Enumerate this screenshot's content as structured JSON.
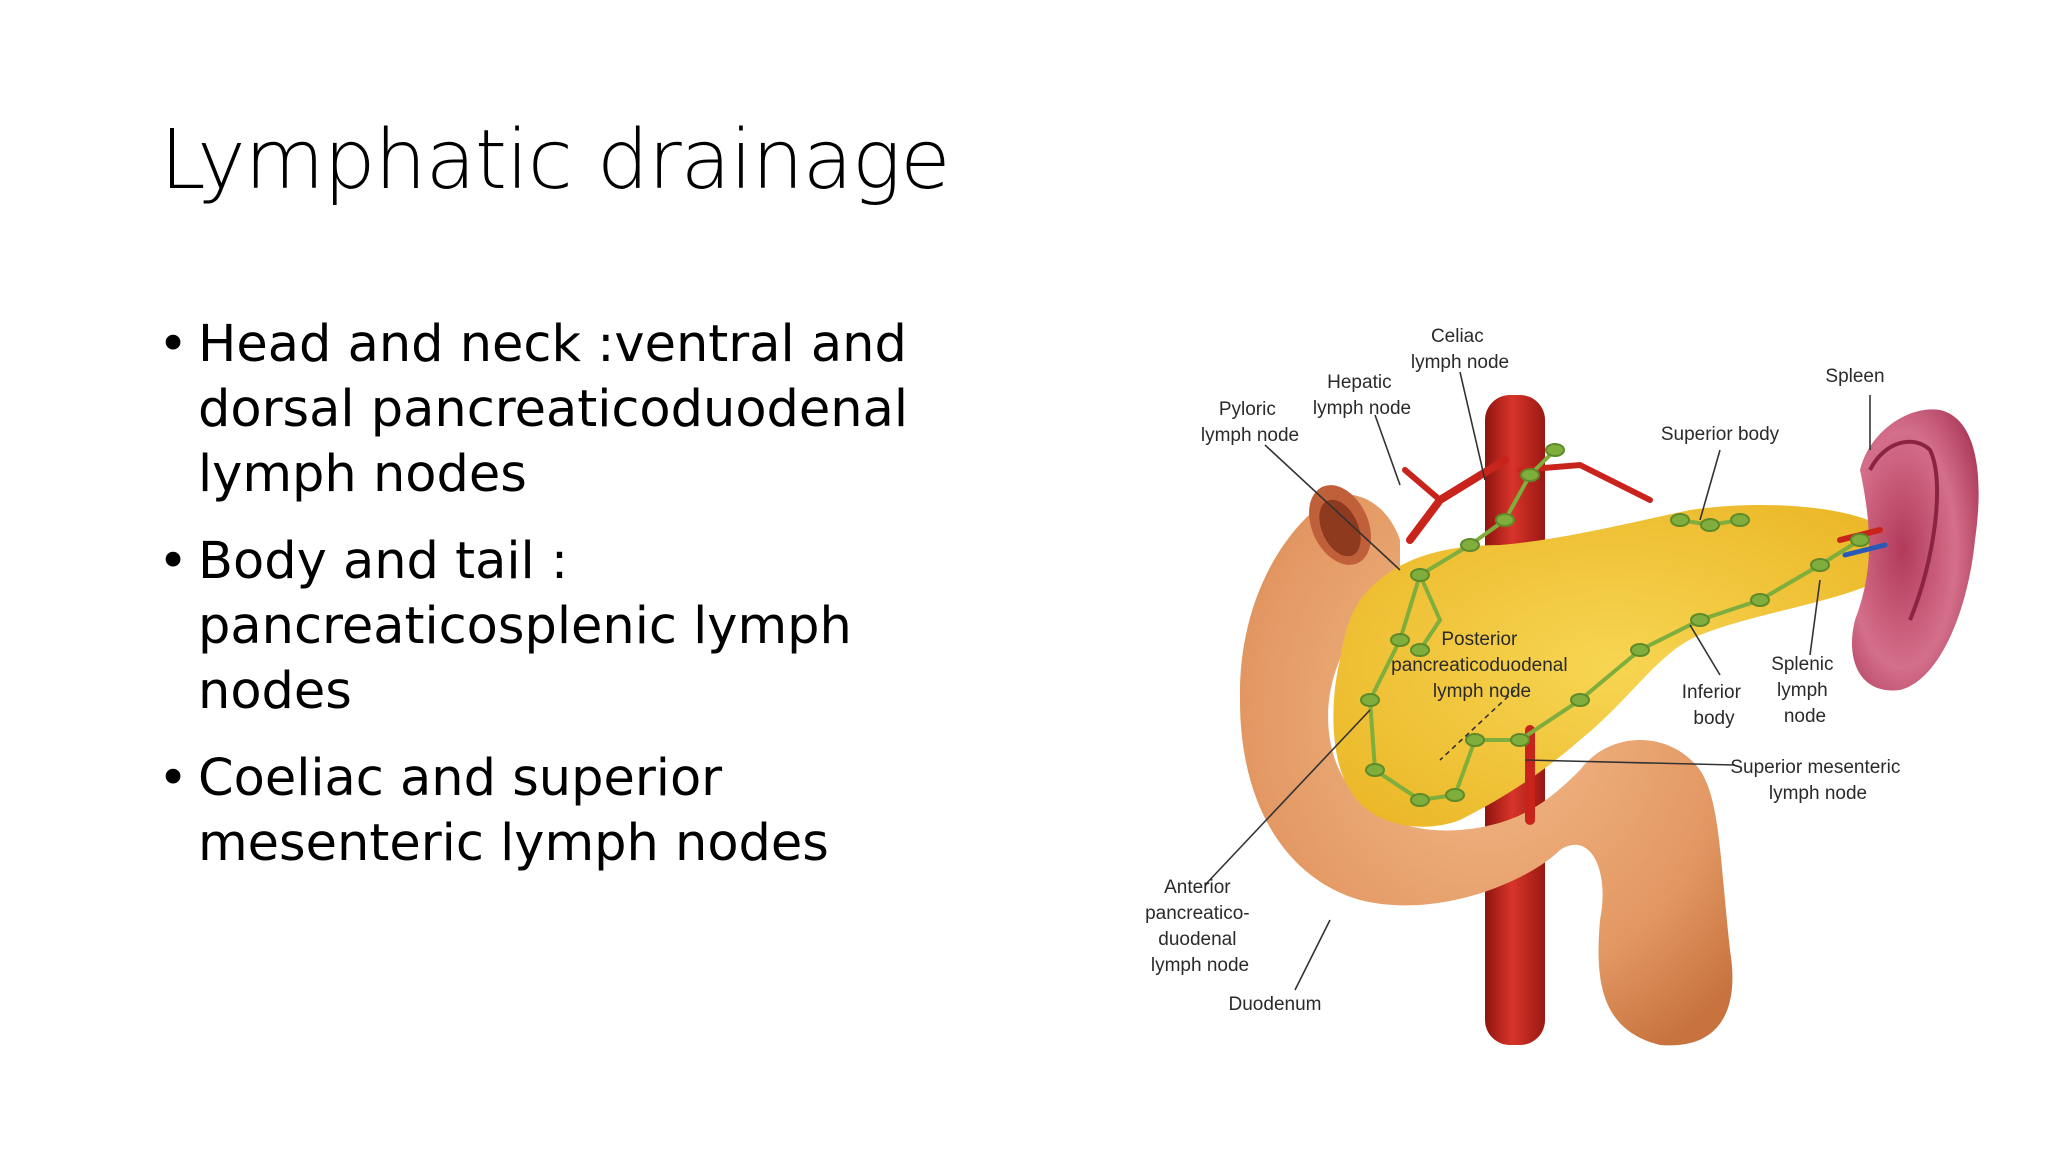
{
  "slide": {
    "title": "Lymphatic drainage",
    "bullets": [
      {
        "text": "Head and neck :ventral and dorsal pancreaticoduodenal lymph nodes"
      },
      {
        "text": "Body and tail : pancreaticosplenic lymph nodes"
      },
      {
        "text": "Coeliac and superior mesenteric lymph nodes"
      }
    ],
    "bullet_glyph": "•"
  },
  "diagram": {
    "labels": {
      "celiac": [
        "Celiac",
        "lymph node"
      ],
      "hepatic": [
        "Hepatic",
        "lymph node"
      ],
      "pyloric": [
        "Pyloric",
        "lymph node"
      ],
      "spleen": [
        "Spleen"
      ],
      "superior_body": [
        "Superior body"
      ],
      "posterior_pd": [
        "Posterior",
        "pancreaticoduodenal",
        "lymph node"
      ],
      "inferior_body": [
        "Inferior",
        "body"
      ],
      "splenic": [
        "Splenic",
        "lymph",
        "node"
      ],
      "superior_mesenteric": [
        "Superior mesenteric",
        "lymph node"
      ],
      "anterior_pd": [
        "Anterior",
        "pancreatico-",
        "duodenal",
        "lymph node"
      ],
      "duodenum": [
        "Duodenum"
      ]
    },
    "colors": {
      "pancreas": "#f2c531",
      "duodenum": "#e0955f",
      "aorta": "#c8241c",
      "spleen": "#c95a78",
      "lymph": "#7fae3c"
    }
  }
}
